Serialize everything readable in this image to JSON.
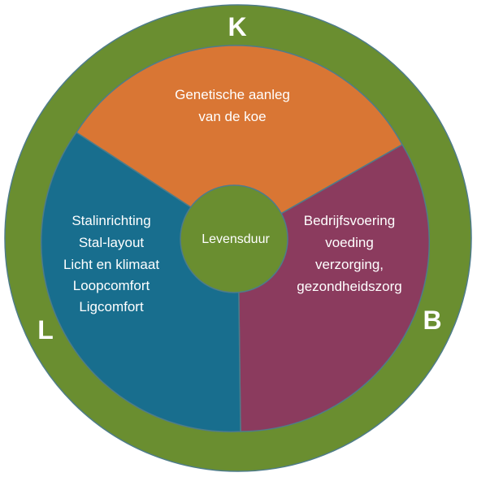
{
  "diagram": {
    "outer_letters": {
      "top": "K",
      "right": "B",
      "left": "L"
    },
    "segments": {
      "top": {
        "lines": [
          "Genetische aanleg",
          "van de koe"
        ],
        "color": "#D97634"
      },
      "right": {
        "lines": [
          "Bedrijfsvoering",
          "voeding",
          "verzorging,",
          "gezondheidszorg"
        ],
        "color": "#8B3B5E"
      },
      "left": {
        "lines": [
          "Stalinrichting",
          "Stal-layout",
          "Licht en klimaat",
          "Loopcomfort",
          "Ligcomfort"
        ],
        "color": "#186E8E"
      }
    },
    "center": {
      "label": "Levensduur",
      "color": "#6A8E30"
    },
    "ring_color": "#6A8E30",
    "border_color": "#4E7C8A"
  }
}
